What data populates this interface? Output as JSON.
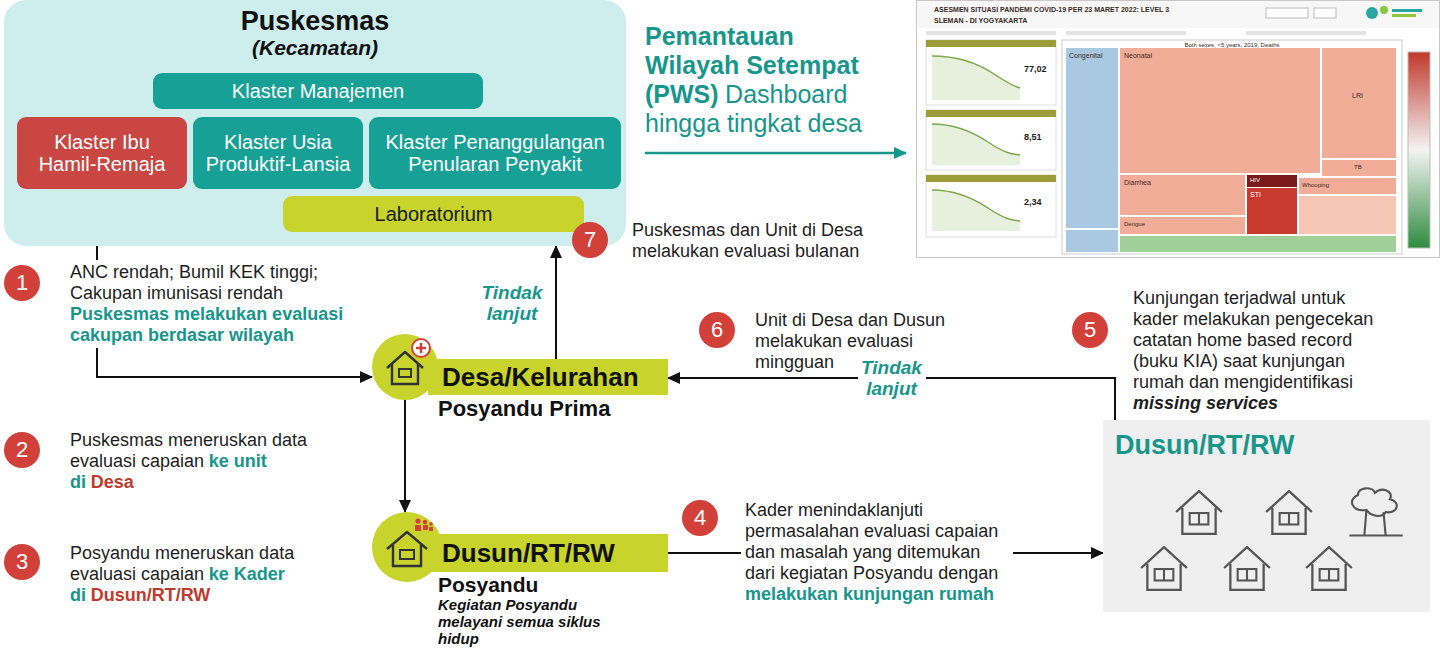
{
  "diagram": {
    "nodes": [
      {
        "text": [
          "Puskesmas",
          "(Kecamatan)"
        ]
      },
      {
        "text": [
          "Klaster Manajemen"
        ],
        "in": 0
      },
      {
        "text": [
          "Klaster Ibu Hamil-Remaja"
        ],
        "in": 0
      },
      {
        "text": [
          "Klaster Usia Produktif-Lansia"
        ],
        "in": 0
      },
      {
        "text": [
          "Klaster Penanggulangan Penularan Penyakit"
        ],
        "in": 0
      },
      {
        "text": [
          "Laboratorium"
        ],
        "in": 0
      },
      {
        "text": [
          "Desa/Kelurahan",
          "Posyandu Prima"
        ]
      },
      {
        "text": [
          "Dusun/RT/RW",
          "Posyandu",
          "Kegiatan Posyandu melayani semua siklus hidup"
        ]
      },
      {
        "text": [
          "Dusun/RT/RW"
        ]
      }
    ],
    "edges": [
      {
        "from": 2,
        "to": 6,
        "arrow": "to"
      },
      {
        "from": 6,
        "to": 7,
        "arrow": "to"
      },
      {
        "from": 6,
        "to": 0,
        "label": "Tindak lanjut",
        "arrow": "to"
      },
      {
        "from": 7,
        "to": 8,
        "arrow": "to"
      },
      {
        "from": 8,
        "to": 6,
        "label": "Tindak lanjut",
        "arrow": "to"
      }
    ],
    "labels": [
      "1",
      "ANC rendah; Bumil KEK tinggi; Cakupan imunisasi rendah",
      "Puskesmas melakukan evaluasi cakupan berdasar wilayah",
      "2",
      "Puskesmas meneruskan data evaluasi capaian",
      "ke unit di",
      "Desa",
      "3",
      "Posyandu meneruskan data evaluasi capaian",
      "ke Kader di",
      "Dusun/RT/RW",
      "4",
      "Kader menindaklanjuti permasalahan evaluasi capaian dan masalah yang ditemukan dari kegiatan Posyandu dengan",
      "melakukan kunjungan rumah",
      "5",
      "Kunjungan terjadwal untuk kader melakukan pengecekan catatan home based record (buku KIA) saat kunjungan rumah dan mengidentifikasi",
      "missing services",
      "6",
      "Unit di Desa dan Dusun melakukan evaluasi mingguan",
      "7",
      "Puskesmas dan Unit di Desa melakukan evaluasi bulanan",
      "Pemantauan Wilayah Setempat (PWS)",
      "Dashboard hingga tingkat desa",
      "ASESMEN SITUASI PANDEMI COVID-19 PER 23 MARET 2022: LEVEL 3",
      "SLEMAN - DI YOGYAKARTA",
      "77,02",
      "8,51",
      "2,34",
      "Both sexes, <5 years, 2019, Deaths",
      "Congenital",
      "Neonatal",
      "LRI",
      "TB",
      "Diarrhea",
      "HIV",
      "STI",
      "Whooping",
      "Dengue"
    ]
  }
}
